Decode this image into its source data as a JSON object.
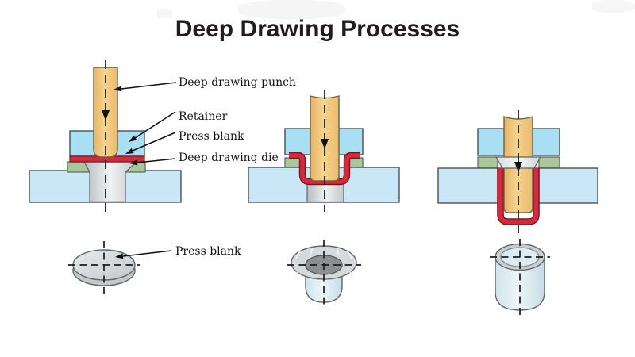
{
  "title": "Deep Drawing Processes",
  "labels": {
    "punch": "Deep drawing punch",
    "retainer": "Retainer",
    "press_blank": "Press blank",
    "die": "Deep drawing die",
    "press_blank_bottom": "Press blank"
  },
  "colors": {
    "punch": "#F2C87D",
    "retainer": "#A9DFF2",
    "press_blank": "#D42A3C",
    "press_blank_border": "#7E1322",
    "die": "#A8C79B",
    "die_base": "#C9E7F6",
    "metal_gray": "#CDD3D5",
    "outline": "#3F4449",
    "title_text": "#241C1C"
  }
}
